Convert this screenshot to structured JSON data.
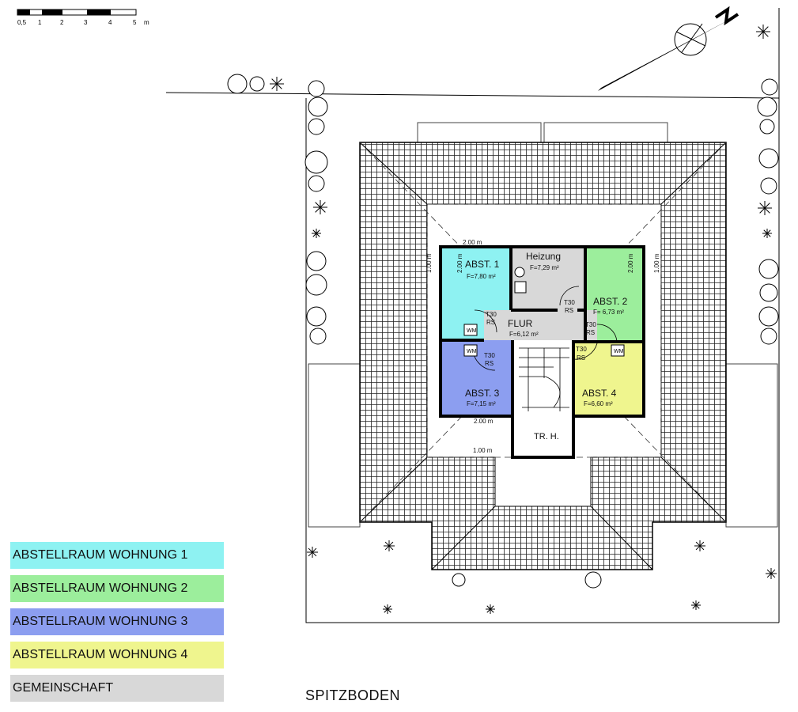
{
  "title": "SPITZBODEN",
  "scale_bar": {
    "labels": [
      "0,5",
      "1",
      "2",
      "3",
      "4",
      "5",
      "m"
    ]
  },
  "legend": [
    {
      "label": "ABSTELLRAUM WOHNUNG 1",
      "color": "#8ef2f2"
    },
    {
      "label": "ABSTELLRAUM WOHNUNG 2",
      "color": "#9cee9c"
    },
    {
      "label": "ABSTELLRAUM WOHNUNG 3",
      "color": "#8c9ef0"
    },
    {
      "label": "ABSTELLRAUM WOHNUNG 4",
      "color": "#eff58e"
    },
    {
      "label": "GEMEINSCHAFT",
      "color": "#d8d8d8"
    }
  ],
  "rooms": {
    "abst1": {
      "name": "ABST. 1",
      "area": "F=7,80 m²"
    },
    "heizung": {
      "name": "Heizung",
      "area": "F=7,29 m²"
    },
    "abst2": {
      "name": "ABST. 2",
      "area": "F= 6,73 m²"
    },
    "flur": {
      "name": "FLUR",
      "area": "F=6,12 m²"
    },
    "abst3": {
      "name": "ABST. 3",
      "area": "F=7,15 m²"
    },
    "abst4": {
      "name": "ABST. 4",
      "area": "F=6,60 m²"
    },
    "treppe": {
      "name": "TR. H."
    }
  },
  "doors": {
    "t30": "T30",
    "rs": "RS",
    "wm": "WM"
  },
  "dimensions": {
    "d200": "2.00 m",
    "d100": "1.00 m"
  }
}
